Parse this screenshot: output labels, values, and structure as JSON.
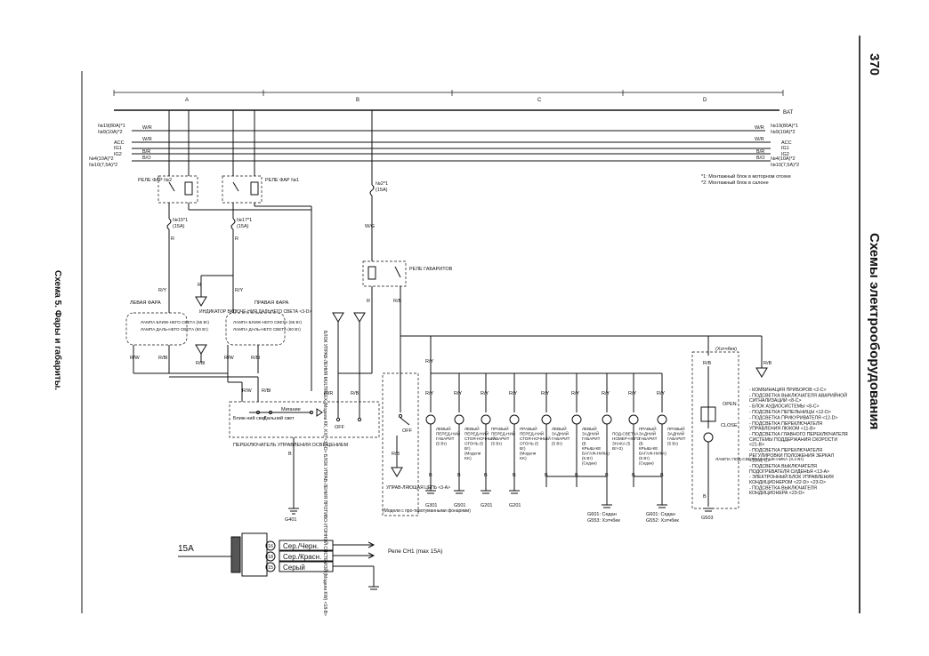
{
  "page": {
    "number": "370",
    "chapter_title": "Схемы электрооборудования",
    "figure_caption": "Схема 5. Фары и габариты."
  },
  "columns": [
    "A",
    "B",
    "C",
    "D"
  ],
  "bus": {
    "bat": "BAT",
    "fuse19": "№19(80A)*1",
    "fuse9": "№9(10A)*2",
    "wr": "W/R",
    "acc": "ACC",
    "ig1": "IG1",
    "ig2": "IG2",
    "br": "B/R",
    "bo": "B/O",
    "fuse4": "№4(10A)*2",
    "fuse10": "№10(7,5A)*2"
  },
  "notes": [
    "*1: Монтажный блок в моторном отсеке",
    "*2: Монтажный блок в салоне"
  ],
  "relays": {
    "headlight2": "РЕЛЕ ФАР №2",
    "headlight1": "РЕЛЕ ФАР №1",
    "parking": "РЕЛЕ ГАБАРИТОВ"
  },
  "fuses": {
    "f15": "№15*1",
    "f15a": "(15A)",
    "f17": "№17*1",
    "f17a": "(15A)",
    "f2": "№2*1",
    "f2a": "(15A)"
  },
  "wires": {
    "r": "R",
    "ry": "R/Y",
    "wg": "W/G",
    "rb": "R/B",
    "rw": "R/W",
    "rbl": "R/Bl",
    "blr": "Bl/R",
    "b": "B"
  },
  "headlights": {
    "left_title": "ЛЕВАЯ ФАРА",
    "right_title": "ПРАВАЯ ФАРА",
    "low_beam_l": "ЛАМПА БЛИЖ-НЕГО СВЕТА (55 Вт)",
    "high_beam_l": "ЛАМПА ДАЛЬ-НЕГО СВЕТА (60 Вт)",
    "low_beam_r": "ЛАМПА БЛИЖ-НЕГО СВЕТА (55 Вт)",
    "high_beam_r": "ЛАМПА ДАЛЬ-НЕГО СВЕТА (60 Вт)",
    "indicator": "ИНДИКАТОР ВКЛЮЧЕ-НИЯ ДАЛЬНЕГО СВЕТА <3-D>"
  },
  "multiplex": "БЛОК УПРАВ-ЛЕНИЯ MULTIPLEX (Модели KK, KX) <17-D> БЛОК УПРАВ-ЛЕНИЯ ПРОТИВО-УГОННОЙ СИСТЕМОЙ (Модели KW) <18-B>",
  "switch": {
    "title": "ПЕРЕКЛЮЧАТЕЛЬ УПРАВЛЕНИЯ ОСВЕЩЕНИЕМ",
    "low": "Ближ-ний свет",
    "high": "Дальний свет",
    "flash": "Мигание",
    "off": "OFF",
    "off2": "OFF"
  },
  "control_circuit": "УПРАВ-ЛЯЮЩАЯ ЦЕПЬ <3-A>",
  "control_note": "(Модели с про-тивотуманными фонарями)",
  "lamps": [
    "ЛЕВЫЙ ПЕРЕД-НИЙ ГАБАРИТ (5 Вт)",
    "ЛЕВЫЙ ПЕРЕД-НИЙ СТОЯ-НОЧНЫЙ ОГОНЬ (5 Вт) (Модели KK)",
    "ПРАВЫЙ ПЕРЕД-НИЙ ГАБАРИТ (5 Вт)",
    "ПРАВЫЙ ПЕРЕД-НИЙ СТОЯ-НОЧНЫЙ ОГОНЬ (5 Вт) (Модели KK)",
    "ЛЕВЫЙ ЗАДНИЙ ГАБАРИТ (5 Вт)",
    "ЛЕВЫЙ ЗАДНИЙ ГАБАРИТ (В КРЫШ-КЕ БАГАЖ-НИКА) (5 Вт) (Седан)",
    "ПОД-СВЕТКА НОМЕР-НОГО ЗНАКА (5 Вт×2)",
    "ПРАВЫЙ ЗАДНИЙ ГАБАРИТ (В КРЫШ-КЕ БАГАЖ-НИКА) (5 Вт) (Седан)",
    "ПРАВЫЙ ЗАДНИЙ ГАБАРИТ (5 Вт)"
  ],
  "trunk": {
    "hatch": "(Хэтчбек)",
    "open": "OPEN",
    "close": "CLOSE",
    "lamp": "ЛАМПА ПОД-СВЕТКИ БАГАЖ-НИКА (3,4 Вт)"
  },
  "grounds": {
    "g401": "G401",
    "g301": "G301",
    "g501": "G501",
    "g201a": "G201",
    "g201b": "G201",
    "g601a": "G601: Седан",
    "g553": "G553: Хэтчбек",
    "g601b": "G601: Седан",
    "g552": "G552: Хэтчбек",
    "g503": "G503"
  },
  "references": [
    "- КОМБИНАЦИЯ ПРИБОРОВ <2-C>",
    "- ПОДСВЕТКА ВЫКЛЮЧАТЕЛЯ АВАРИЙНОЙ СИГНАЛИЗАЦИИ <8-C>",
    "- БЛОК АУДИОСИСТЕМЫ <8-C>",
    "- ПОДСВЕТКА ПЕПЕЛЬНИЦЫ <12-D>",
    "- ПОДСВЕТКА ПРИКУРИВАТЕЛЯ <12-D>",
    "- ПОДСВЕТКА ПЕРЕКЛЮЧАТЕЛЯ УПРАВЛЕНИЯ ЛЮКОМ <11-B>",
    "- ПОДСВЕТКА ГЛАВНОГО ПЕРЕКЛЮЧАТЕЛЯ СИСТЕМЫ ПОДДЕРЖАНИЯ СКОРОСТИ <21-B>",
    "- ПОДСВЕТКА ПЕРЕКЛЮЧАТЕЛЯ РЕГУЛИРОВКИ ПОЛОЖЕНИЯ ЗЕРКАЛ <10-A, C>",
    "- ПОДСВЕТКА ВЫКЛЮЧАТЕЛЯ ПОДОГРЕВАТЕЛЯ СИДЕНЬЯ <13-A>",
    "- ЭЛЕКТРОННЫЙ БЛОК УПРАВЛЕНИЯ КОНДИЦИОНЕРОМ <22-D> <23-D>",
    "- ПОДСВЕТКА ВЫКЛЮЧАТЕЛЯ КОНДИЦИОНЕРА <23-D>"
  ],
  "connector": {
    "fuse": "15A",
    "pins": [
      "16",
      "18",
      "15"
    ],
    "wires": [
      "Сер./Черн.",
      "Сер./Красн.",
      "Серый"
    ],
    "relay": "Реле СН1 (max 15A)"
  }
}
